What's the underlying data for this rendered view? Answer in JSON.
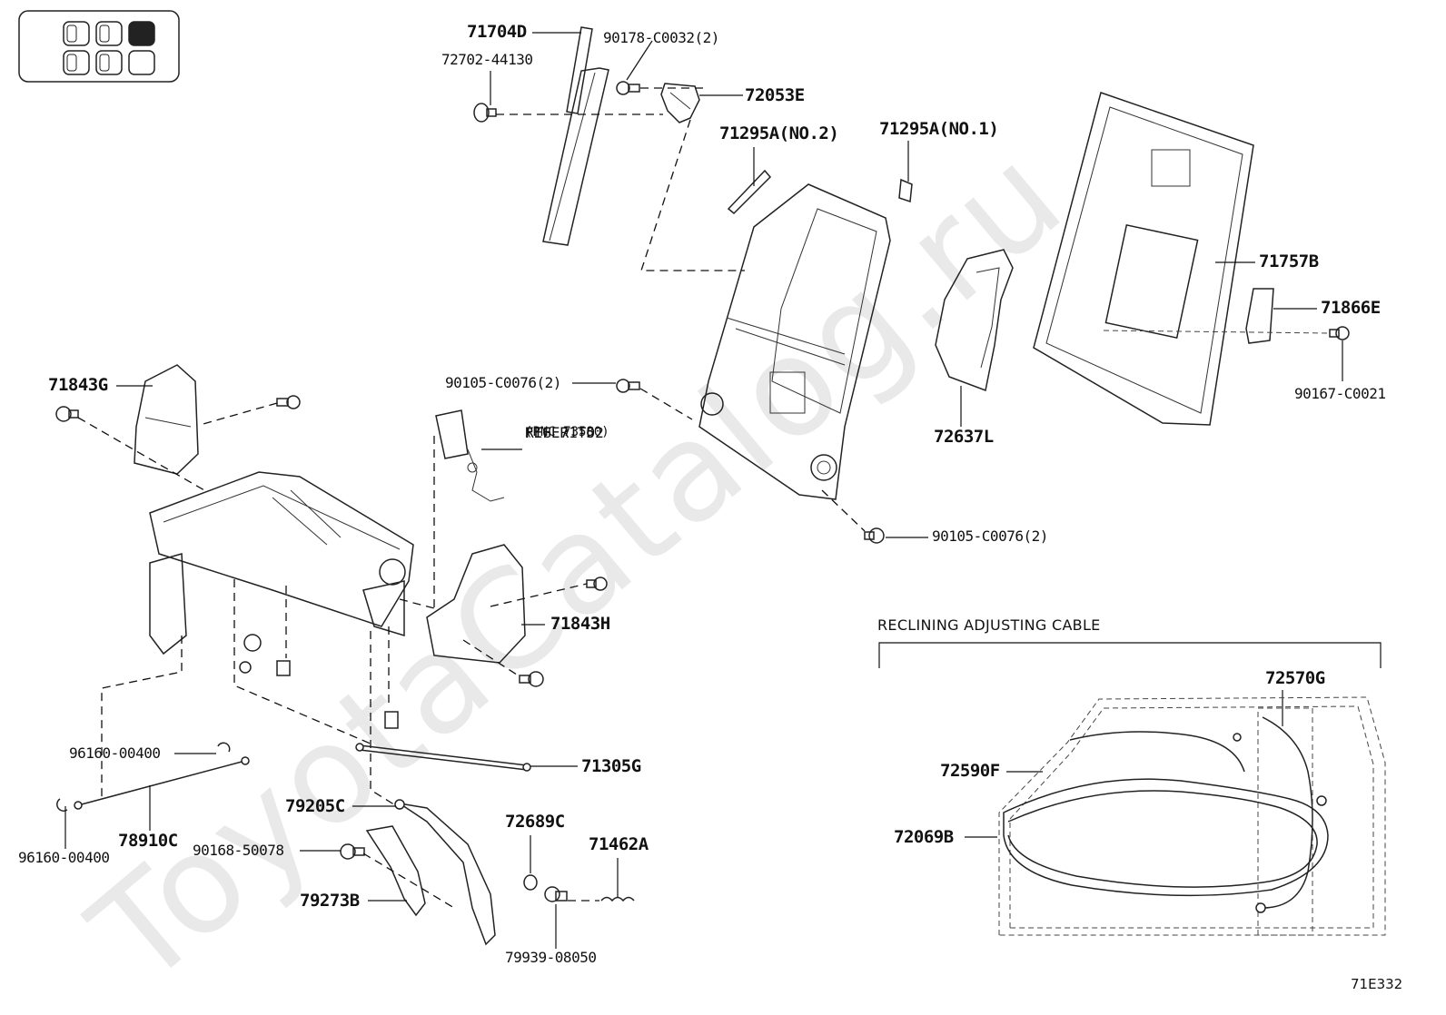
{
  "watermark": "ToyotaCatalog.ru",
  "figure_code": "71E332",
  "section": {
    "title": "RECLINING ADJUSTING CABLE"
  },
  "refer_note": {
    "line1": "REFER TO",
    "line2": "FIG 71-52",
    "line3": "(PNC 73580)"
  },
  "seat_position_icon": {
    "rows": 2,
    "cols": 3,
    "highlighted": [
      0,
      2
    ]
  },
  "parts": [
    {
      "id": "71704D",
      "label": "71704D"
    },
    {
      "id": "90178-C0032",
      "label": "90178-C0032(2)"
    },
    {
      "id": "72702-44130",
      "label": "72702-44130"
    },
    {
      "id": "72053E",
      "label": "72053E"
    },
    {
      "id": "71295A-2",
      "label": "71295A(NO.2)"
    },
    {
      "id": "71295A-1",
      "label": "71295A(NO.1)"
    },
    {
      "id": "71757B",
      "label": "71757B"
    },
    {
      "id": "71866E",
      "label": "71866E"
    },
    {
      "id": "90167-C0021",
      "label": "90167-C0021"
    },
    {
      "id": "72637L",
      "label": "72637L"
    },
    {
      "id": "71843G",
      "label": "71843G"
    },
    {
      "id": "90105-C0076-a",
      "label": "90105-C0076(2)"
    },
    {
      "id": "90105-C0076-b",
      "label": "90105-C0076(2)"
    },
    {
      "id": "71843H",
      "label": "71843H"
    },
    {
      "id": "96160-00400-a",
      "label": "96160-00400"
    },
    {
      "id": "96160-00400-b",
      "label": "96160-00400"
    },
    {
      "id": "78910C",
      "label": "78910C"
    },
    {
      "id": "71305G",
      "label": "71305G"
    },
    {
      "id": "79205C",
      "label": "79205C"
    },
    {
      "id": "90168-50078",
      "label": "90168-50078"
    },
    {
      "id": "72689C",
      "label": "72689C"
    },
    {
      "id": "71462A",
      "label": "71462A"
    },
    {
      "id": "79273B",
      "label": "79273B"
    },
    {
      "id": "79939-08050",
      "label": "79939-08050"
    },
    {
      "id": "72570G",
      "label": "72570G"
    },
    {
      "id": "72590F",
      "label": "72590F"
    },
    {
      "id": "72069B",
      "label": "72069B"
    }
  ]
}
